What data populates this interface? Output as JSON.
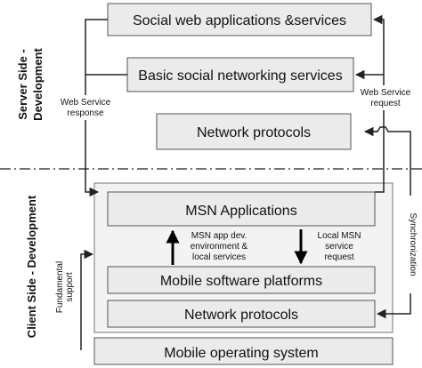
{
  "server_side": {
    "section_label_line1": "Server Side -",
    "section_label_line2": "Development",
    "boxes": {
      "social_web_apps": "Social web applications &services",
      "basic_social_networking": "Basic social networking services",
      "network_protocols": "Network protocols"
    },
    "web_service_response_line1": "Web Service",
    "web_service_response_line2": "response",
    "web_service_request_line1": "Web Service",
    "web_service_request_line2": "request"
  },
  "client_side": {
    "section_label": "Client Side - Development",
    "boxes": {
      "msn_applications": "MSN Applications",
      "mobile_software_platforms": "Mobile software platforms",
      "network_protocols": "Network protocols",
      "mobile_operating_system": "Mobile operating system"
    },
    "msn_app_dev_line1": "MSN app dev.",
    "msn_app_dev_line2": "environment &",
    "msn_app_dev_line3": "local services",
    "local_msn_line1": "Local MSN",
    "local_msn_line2": "service",
    "local_msn_line3": "request",
    "fundamental_support_line1": "Fundamental",
    "fundamental_support_line2": "support"
  },
  "synchronization": "Synchronization"
}
